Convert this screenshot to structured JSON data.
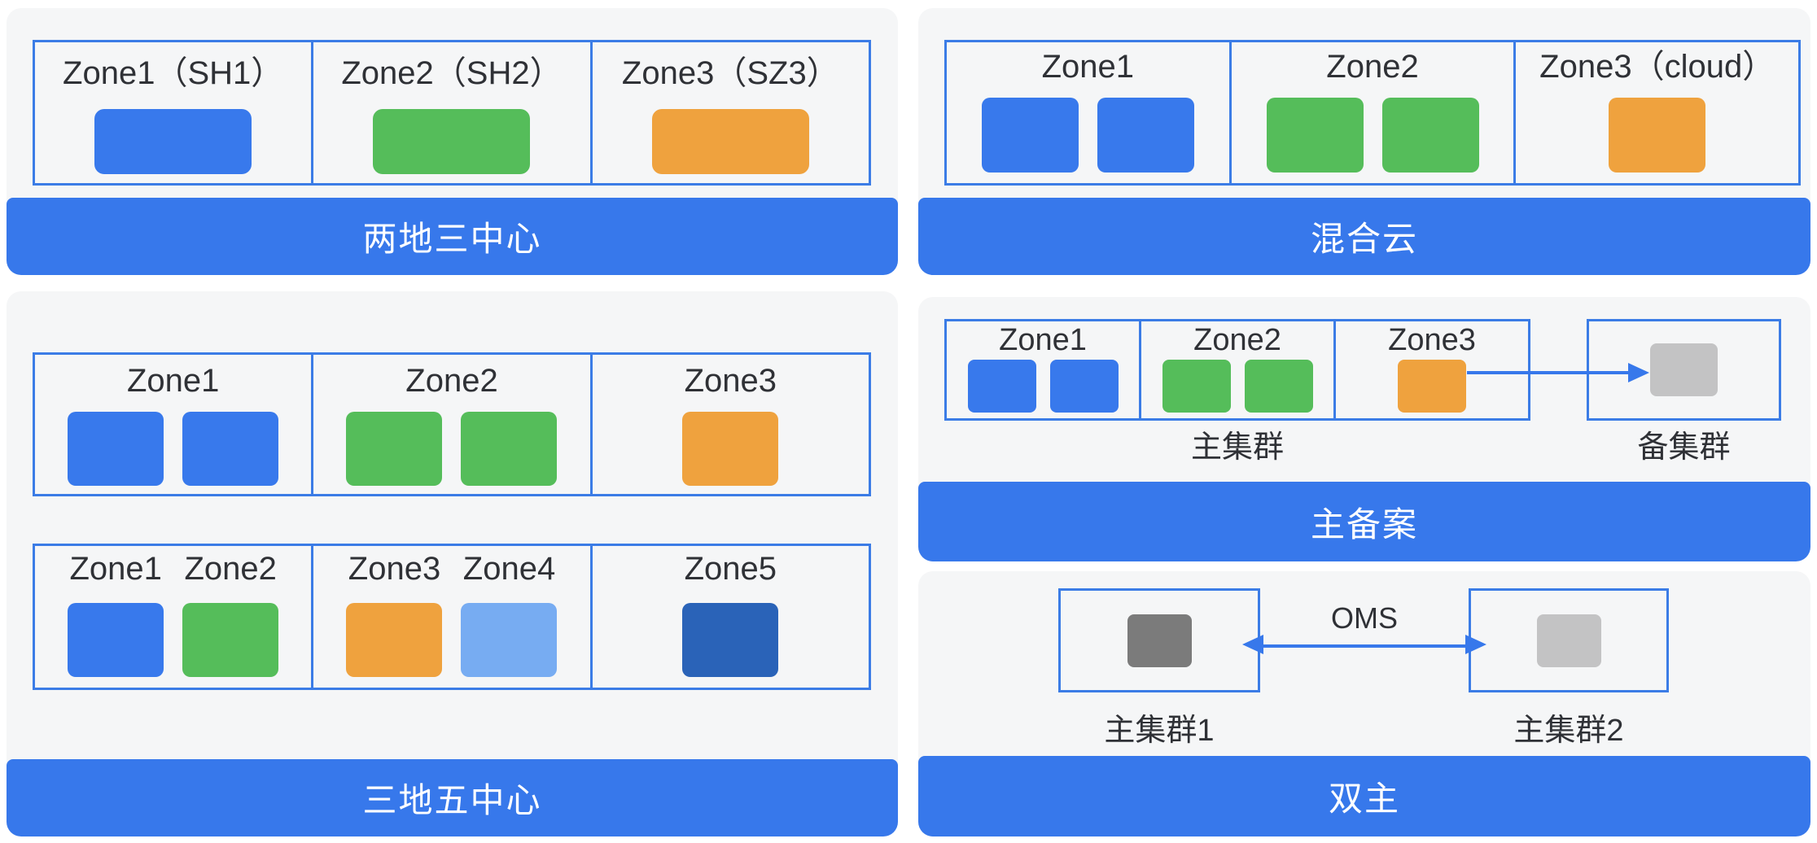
{
  "colors": {
    "accent": "#3778EB",
    "zone_border": "#3B7CE6",
    "panel_bg": "#F5F6F7",
    "label_text": "#2F3136",
    "banner_text": "#FFFFFF",
    "box_blue": "#3879EC",
    "box_green": "#55BD5A",
    "box_orange": "#EFA23E",
    "box_light_blue": "#77ACF2",
    "box_dark_blue": "#2A63B8",
    "box_dark_gray": "#7B7B7B",
    "box_light_gray": "#C3C3C4"
  },
  "panel_two_region_three_center": {
    "banner": "两地三中心",
    "zones": [
      {
        "label": "Zone1（SH1）",
        "boxes": [
          "box_blue"
        ]
      },
      {
        "label": "Zone2（SH2）",
        "boxes": [
          "box_green"
        ]
      },
      {
        "label": "Zone3（SZ3）",
        "boxes": [
          "box_orange"
        ]
      }
    ]
  },
  "panel_hybrid_cloud": {
    "banner": "混合云",
    "zones": [
      {
        "label": "Zone1",
        "boxes": [
          "box_blue",
          "box_blue"
        ]
      },
      {
        "label": "Zone2",
        "boxes": [
          "box_green",
          "box_green"
        ]
      },
      {
        "label": "Zone3（cloud）",
        "boxes": [
          "box_orange"
        ]
      }
    ]
  },
  "panel_three_region_five_center": {
    "banner": "三地五中心",
    "row1": [
      {
        "label": "Zone1",
        "boxes": [
          "box_blue",
          "box_blue"
        ]
      },
      {
        "label": "Zone2",
        "boxes": [
          "box_green",
          "box_green"
        ]
      },
      {
        "label": "Zone3",
        "boxes": [
          "box_orange"
        ]
      }
    ],
    "row2": [
      {
        "pairs": [
          {
            "label": "Zone1",
            "box": "box_blue"
          },
          {
            "label": "Zone2",
            "box": "box_green"
          }
        ]
      },
      {
        "pairs": [
          {
            "label": "Zone3",
            "box": "box_orange"
          },
          {
            "label": "Zone4",
            "box": "box_light_blue"
          }
        ]
      },
      {
        "pairs": [
          {
            "label": "Zone5",
            "box": "box_dark_blue"
          }
        ]
      }
    ]
  },
  "panel_primary_backup": {
    "banner": "主备案",
    "zones": [
      {
        "label": "Zone1",
        "boxes": [
          "box_blue",
          "box_blue"
        ]
      },
      {
        "label": "Zone2",
        "boxes": [
          "box_green",
          "box_green"
        ]
      },
      {
        "label": "Zone3",
        "boxes": [
          "box_orange"
        ]
      }
    ],
    "backup_box": "box_light_gray",
    "primary_label": "主集群",
    "backup_label": "备集群"
  },
  "panel_dual_primary": {
    "banner": "双主",
    "arrow_label": "OMS",
    "clusters": [
      {
        "label": "主集群1",
        "box": "box_dark_gray"
      },
      {
        "label": "主集群2",
        "box": "box_light_gray"
      }
    ]
  }
}
